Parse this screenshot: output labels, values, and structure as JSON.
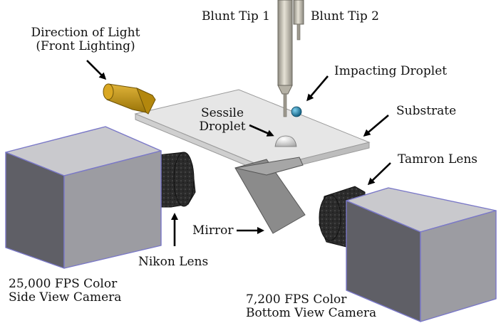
{
  "labels": {
    "blunt_tip_1": "Blunt Tip 1",
    "blunt_tip_2": "Blunt Tip 2",
    "direction_of_light_line1": "Direction of Light",
    "direction_of_light_line2": "(Front Lighting)",
    "impacting_droplet": "Impacting Droplet",
    "sessile_line1": "Sessile",
    "sessile_line2": "Droplet",
    "substrate": "Substrate",
    "tamron_lens": "Tamron Lens",
    "mirror": "Mirror",
    "nikon_lens": "Nikon Lens",
    "side_camera_line1": "25,000 FPS Color",
    "side_camera_line2": "Side View Camera",
    "bottom_camera_line1": "7,200 FPS Color",
    "bottom_camera_line2": "Bottom View Camera"
  },
  "colors": {
    "camera_face_light": "#c9c9cd",
    "camera_face_mid": "#9c9ca2",
    "camera_face_dark": "#5f5f66",
    "camera_edge": "#7a78c8",
    "lens": "#2a2a2a",
    "light_source": "#c89a10",
    "droplet": "#1f7fa8",
    "needle": "#c8c4b8",
    "substrate": "#e6e6e6",
    "mirror": "#8a8a8a"
  }
}
